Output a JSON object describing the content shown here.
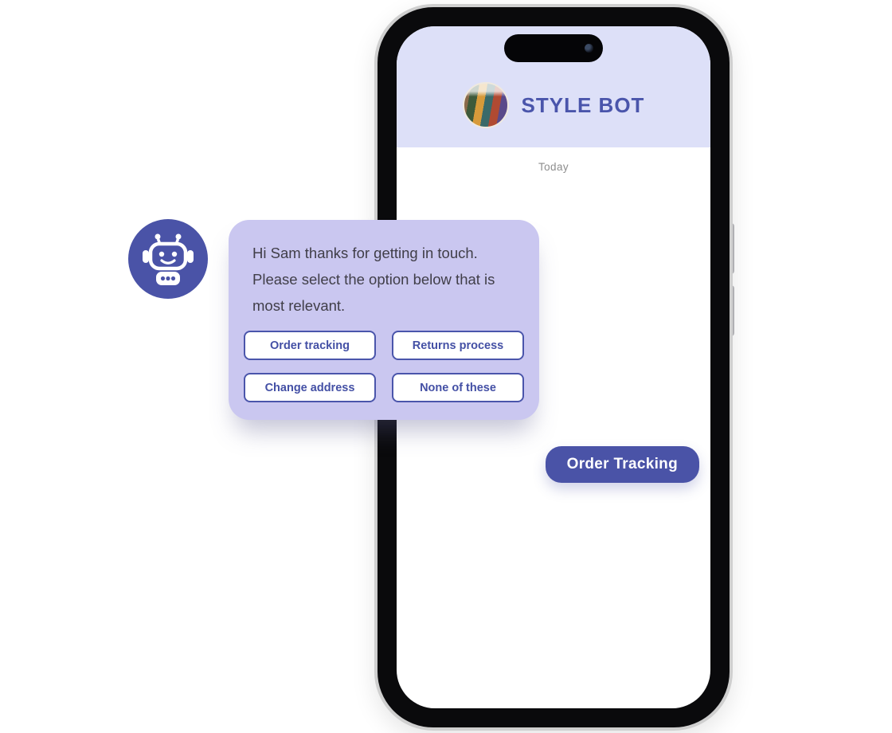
{
  "colors": {
    "primary": "#4a53a7",
    "primary_text": "#4450a5",
    "title_color": "#4a55ab",
    "header_bg": "#dde0f8",
    "bubble_bg": "#cac7f0",
    "frame_silver": "#cfcfcf",
    "date_color": "#8d8d8d",
    "message_text": "#403e48"
  },
  "phone": {
    "header": {
      "title": "STYLE BOT"
    },
    "chat": {
      "date_label": "Today",
      "user_message": "Order Tracking"
    }
  },
  "bot_bubble": {
    "message": "Hi Sam thanks for getting in touch. Please select the option below that is most relevant.",
    "options": [
      {
        "label": "Order tracking"
      },
      {
        "label": "Returns process"
      },
      {
        "label": "Change address"
      },
      {
        "label": "None of these"
      }
    ]
  }
}
